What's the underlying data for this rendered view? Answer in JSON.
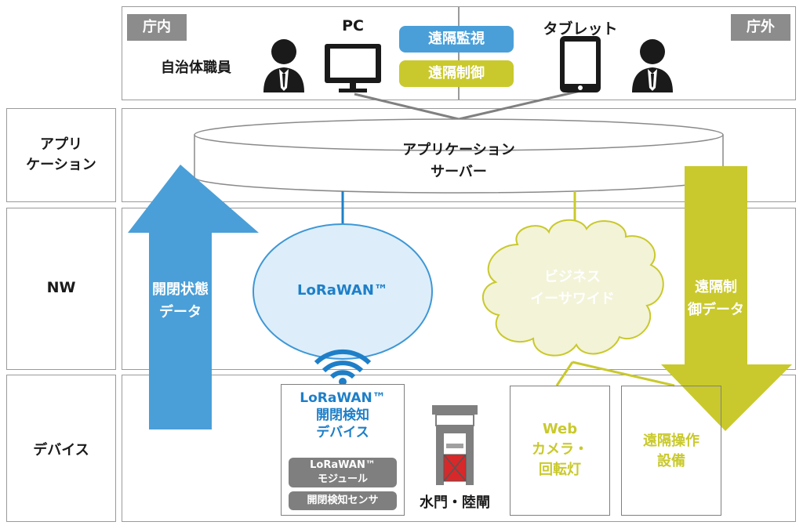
{
  "top": {
    "inside_tag": "庁内",
    "outside_tag": "庁外",
    "staff_label": "自治体職員",
    "pc_label": "PC",
    "tablet_label": "タブレット",
    "remote_monitor_badge": "遠隔監視",
    "remote_control_badge": "遠隔制御"
  },
  "rows": {
    "application_line1": "アプリ",
    "application_line2": "ケーション",
    "nw": "NW",
    "device": "デバイス"
  },
  "server": {
    "line1": "アプリケーション",
    "line2": "サーバー"
  },
  "arrows": {
    "up_line1": "開閉状態",
    "up_line2": "データ",
    "down_line1": "遠隔制",
    "down_line2": "御データ"
  },
  "lorawan_cloud": "LoRaWAN™",
  "business_cloud": {
    "line1": "ビジネス",
    "line2": "イーサワイド"
  },
  "lora_device": {
    "line1": "LoRaWAN™",
    "line2": "開閉検知",
    "line3": "デバイス",
    "module_line1": "LoRaWAN™",
    "module_line2": "モジュール",
    "sensor": "開閉検知センサ"
  },
  "gate_label": "水門・陸閘",
  "web_camera": {
    "line1": "Web",
    "line2": "カメラ・",
    "line3": "回転灯"
  },
  "remote_equipment": {
    "line1": "遠隔操作",
    "line2": "設備"
  },
  "colors": {
    "blue": "#4a9fd8",
    "yellow_green": "#c9c92d",
    "dark_text": "#1a1a1a",
    "gray_tag": "#8c8c8c"
  }
}
